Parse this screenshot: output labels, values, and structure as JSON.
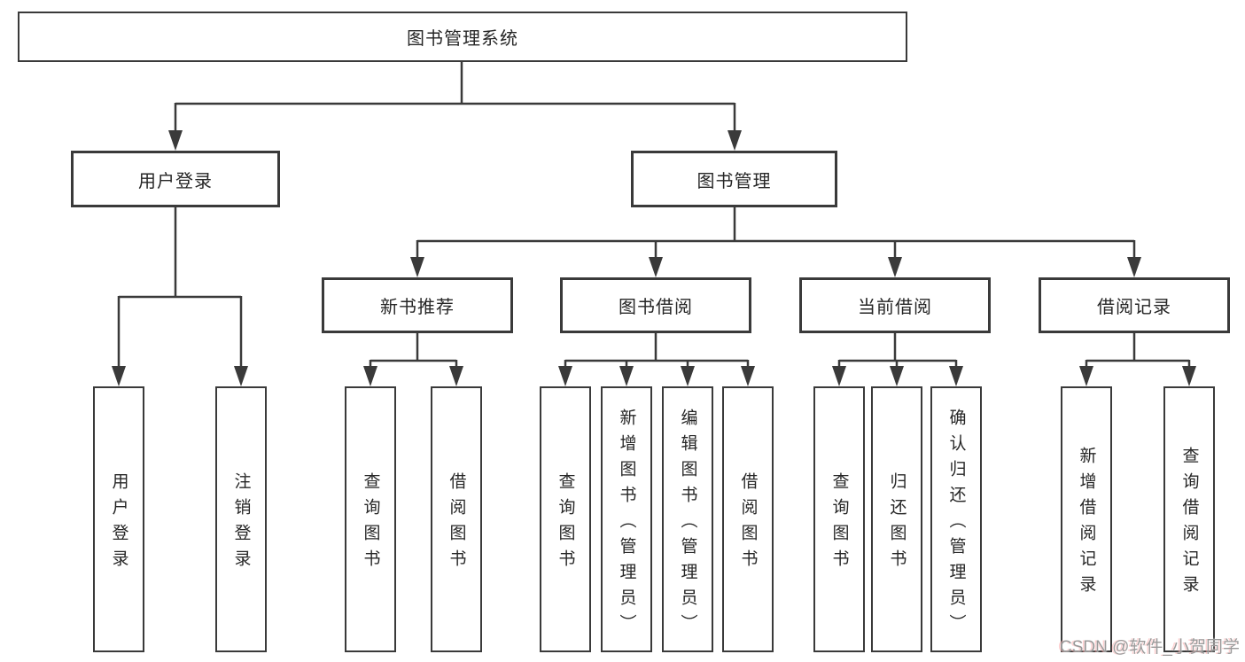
{
  "diagram": {
    "root": "图书管理系统",
    "branches": [
      {
        "label": "用户登录",
        "children": [
          "用户登录",
          "注销登录"
        ]
      },
      {
        "label": "图书管理",
        "groups": [
          {
            "label": "新书推荐",
            "children": [
              "查询图书",
              "借阅图书"
            ]
          },
          {
            "label": "图书借阅",
            "children": [
              "查询图书",
              "新增图书（管理员）",
              "编辑图书（管理员）",
              "借阅图书"
            ]
          },
          {
            "label": "当前借阅",
            "children": [
              "查询图书",
              "归还图书",
              "确认归还（管理员）"
            ]
          },
          {
            "label": "借阅记录",
            "children": [
              "新增借阅记录",
              "查询借阅记录"
            ]
          }
        ]
      }
    ]
  },
  "watermark": {
    "text": "CSDN @软件_小贺同学"
  },
  "colors": {
    "line": "#3a3a3a",
    "box_border": "#3a3a3a",
    "text": "#262626",
    "background": "#ffffff",
    "watermark": "#9a9a9a"
  }
}
